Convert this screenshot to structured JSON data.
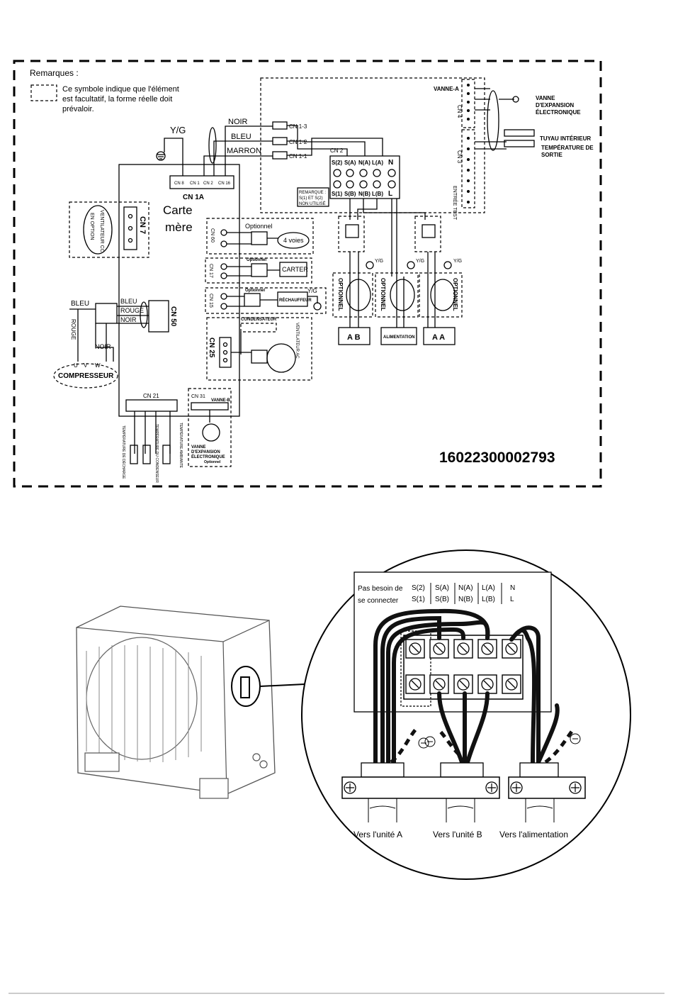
{
  "wiring": {
    "remarks_title": "Remarques :",
    "remarks_text_1": "Ce symbole indique que l'élément",
    "remarks_text_2": "est facultatif, la forme réelle doit",
    "remarks_text_3": "prévaloir.",
    "wire_noir": "NOIR",
    "wire_bleu": "BLEU",
    "wire_marron": "MARRON",
    "yg": "Y/G",
    "cn1_3": "CN 1-3",
    "cn1_2": "CN 1-2",
    "cn1_1": "CN 1-1",
    "cn1a": "CN 1A",
    "cn1a_pins": [
      "CN 8",
      "CN 1",
      "CN 2",
      "CN 16"
    ],
    "carte_1": "Carte",
    "carte_2": "mère",
    "vanne_a": "VANNE-A",
    "vanne_expansion_1": "VANNE",
    "vanne_expansion_2": "D'EXPANSION",
    "vanne_expansion_3": "ÉLECTRONIQUE",
    "cn4": "CN 4",
    "cn3": "CN 3",
    "tuyau": "TUYAU INTÉRIEUR",
    "temp_sortie_1": "TEMPÉRATURE DE",
    "temp_sortie_2": "SORTIE",
    "cn2": "CN 2",
    "term_top": [
      "S(2)",
      "S(A)",
      "N(A)",
      "L(A)",
      "N"
    ],
    "term_bottom": [
      "S(1)",
      "S(B)",
      "N(B)",
      "L(B)",
      "L"
    ],
    "remarque_1": "REMARQUE :",
    "remarque_2": "S(1) ET S(2)",
    "remarque_3": "NON UTILISÉ",
    "entree_test": "ENTRÉE TEST",
    "cn7": "CN 7",
    "ventilateur_cc_1": "VENTILATEUR CC",
    "ventilateur_cc_2": "EN OPTION",
    "optionnel": "Optionnel",
    "optionnel_caps": "OPTIONNEL",
    "cn60": "CN 60",
    "quatre_voies": "4 voies",
    "cn17": "CN 17",
    "carter": "CARTER",
    "cn15": "CN 15",
    "rechauffeur": "RÉCHAUFFEUR",
    "bleu": "BLEU",
    "rouge": "ROUGE",
    "noir": "NOIR",
    "rouge_v": "ROUGE",
    "cn50": "CN 50",
    "uvw": [
      "U",
      "V",
      "W"
    ],
    "compresseur": "COMPRESSEUR",
    "condensateur": "CONDENSATEUR",
    "ventilateur_ac": "VENTILATEUR AC",
    "cn25": "CN 25",
    "ab": "A B",
    "alimentation": "ALIMENTATION",
    "aa": "A A",
    "cn21": "CN 21",
    "cn31": "CN 31",
    "vanne_b": "VANNE-B",
    "vanne_b_label_1": "VANNE",
    "vanne_b_label_2": "D'EXPANSION",
    "vanne_b_label_3": "ÉLECTRONIQUE",
    "sensor_1": "TEMPÉRATURE DE DÉCHARGE",
    "sensor_2": "TEMPÉRATURE DU CONDENSEUR",
    "sensor_3": "TEMPÉRATURE AMBIANTE",
    "part_number": "16022300002793"
  },
  "connection": {
    "no_connect_1": "Pas besoin de",
    "no_connect_2": "se connecter",
    "top_row": [
      "S(2)",
      "S(A)",
      "N(A)",
      "L(A)",
      "N"
    ],
    "bottom_row": [
      "S(1)",
      "S(B)",
      "N(B)",
      "L(B)",
      "L"
    ],
    "to_unit_a": "Vers l'unité A",
    "to_unit_b": "Vers l'unité B",
    "to_power": "Vers l'alimentation"
  }
}
